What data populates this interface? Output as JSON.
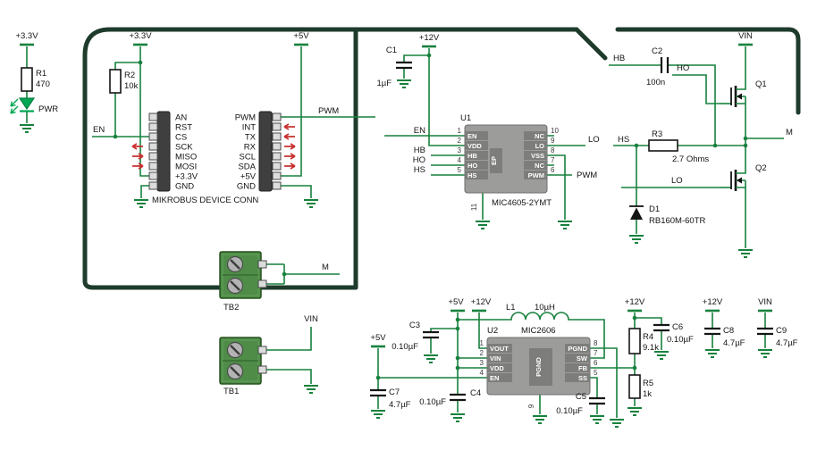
{
  "supplies": {
    "v33": "+3.3V",
    "v5": "+5V",
    "v12": "+12V",
    "vin": "VIN"
  },
  "nets": {
    "en": "EN",
    "pwm": "PWM",
    "hb": "HB",
    "ho": "HO",
    "hs": "HS",
    "lo": "LO",
    "m": "M"
  },
  "mikrobus": {
    "title": "MIKROBUS DEVICE CONN",
    "left_pins": [
      "AN",
      "RST",
      "CS",
      "SCK",
      "MISO",
      "MOSI",
      "+3.3V",
      "GND"
    ],
    "right_pins": [
      "PWM",
      "INT",
      "TX",
      "RX",
      "SCL",
      "SDA",
      "+5V",
      "GND"
    ]
  },
  "u1": {
    "ref": "U1",
    "part": "MIC4605-2YMT",
    "pad": "EP",
    "pad_pin": "11",
    "left": [
      {
        "n": "1",
        "name": "EN"
      },
      {
        "n": "2",
        "name": "VDD"
      },
      {
        "n": "3",
        "name": "HB"
      },
      {
        "n": "4",
        "name": "HO"
      },
      {
        "n": "5",
        "name": "HS"
      }
    ],
    "right": [
      {
        "n": "10",
        "name": "NC"
      },
      {
        "n": "9",
        "name": "LO"
      },
      {
        "n": "8",
        "name": "VSS"
      },
      {
        "n": "7",
        "name": "NC"
      },
      {
        "n": "6",
        "name": "PWM"
      }
    ]
  },
  "u2": {
    "ref": "U2",
    "part": "MIC2606",
    "pad": "PGND",
    "pad_pin": "9",
    "left": [
      {
        "n": "1",
        "name": "VOUT"
      },
      {
        "n": "2",
        "name": "VIN"
      },
      {
        "n": "3",
        "name": "VDD"
      },
      {
        "n": "4",
        "name": "EN"
      }
    ],
    "right": [
      {
        "n": "8",
        "name": "PGND"
      },
      {
        "n": "7",
        "name": "SW"
      },
      {
        "n": "6",
        "name": "FB"
      },
      {
        "n": "5",
        "name": "SS"
      }
    ]
  },
  "parts": {
    "r1": {
      "ref": "R1",
      "value": "470"
    },
    "r2": {
      "ref": "R2",
      "value": "10k"
    },
    "r3": {
      "ref": "R3",
      "value": "2.7 Ohms"
    },
    "r4": {
      "ref": "R4",
      "value": "9.1k"
    },
    "r5": {
      "ref": "R5",
      "value": "1k"
    },
    "c1": {
      "ref": "C1",
      "value": "1µF"
    },
    "c2": {
      "ref": "C2",
      "value": "100n"
    },
    "c3": {
      "ref": "C3",
      "value": "0.10µF"
    },
    "c4": {
      "ref": "C4",
      "value": "0.10µF"
    },
    "c5": {
      "ref": "C5",
      "value": "0.10µF"
    },
    "c6": {
      "ref": "C6",
      "value": "0.10µF"
    },
    "c7": {
      "ref": "C7",
      "value": "4.7µF"
    },
    "c8": {
      "ref": "C8",
      "value": "4.7µF"
    },
    "c9": {
      "ref": "C9",
      "value": "4.7µF"
    },
    "l1": {
      "ref": "L1",
      "value": "10µH"
    },
    "d1": {
      "ref": "D1",
      "value": "RB160M-60TR"
    },
    "q1": {
      "ref": "Q1"
    },
    "q2": {
      "ref": "Q2"
    },
    "tb1": {
      "ref": "TB1"
    },
    "tb2": {
      "ref": "TB2"
    },
    "led": {
      "label": "PWR"
    }
  },
  "colors": {
    "wire": "#17813d",
    "outline": "#1e3b2c",
    "led": "#00a651",
    "arrow": "#c8302e",
    "ic": "#9c9c9b",
    "ictab": "#7d7d7c",
    "header": "#3f3f3f",
    "tb": "#4e8c48"
  }
}
